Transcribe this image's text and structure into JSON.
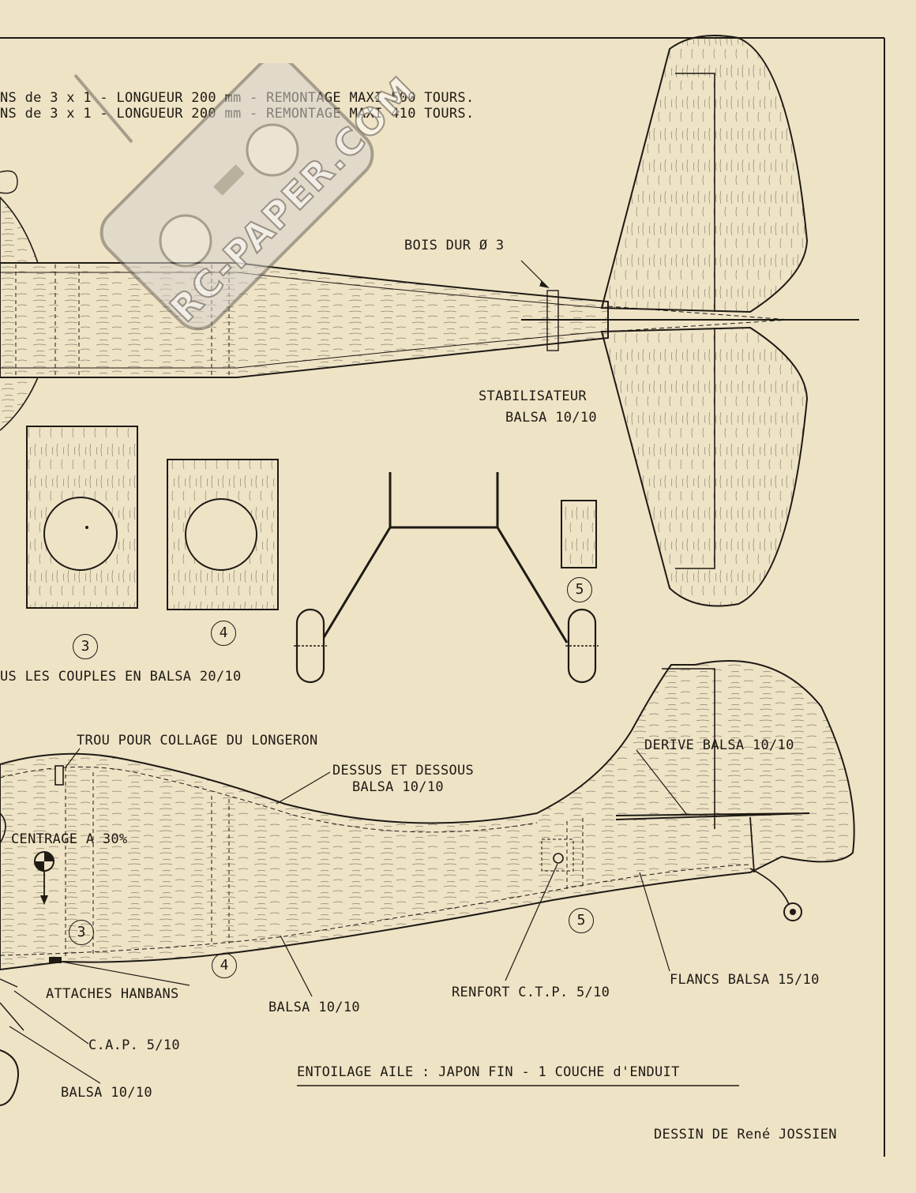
{
  "notes": {
    "line1": "NS de 3 x 1 - LONGUEUR 200 mm - REMONTAGE MAXI 500 TOURS.",
    "line2": "NS de 3 x 1 - LONGUEUR 200 mm - REMONTAGE MAXI 410 TOURS."
  },
  "labels": {
    "bois_dur": "BOIS DUR Ø 3",
    "stab_1": "STABILISATEUR",
    "stab_2": "BALSA 10/10",
    "couples": "US LES COUPLES EN BALSA 20/10",
    "trou": "TROU POUR COLLAGE DU LONGERON",
    "dessus_1": "DESSUS ET DESSOUS",
    "dessus_2": "BALSA 10/10",
    "derive": "DERIVE BALSA 10/10",
    "centrage": "CENTRAGE A 30%",
    "flancs": "FLANCS BALSA 15/10",
    "renfort": "RENFORT C.T.P. 5/10",
    "balsa_bottom": "BALSA 10/10",
    "attaches": "ATTACHES HANBANS",
    "cap": "C.A.P. 5/10",
    "balsa_left": "BALSA 10/10",
    "entoilage": "ENTOILAGE AILE : JAPON FIN - 1 COUCHE d'ENDUIT",
    "credit": "DESSIN DE René JOSSIEN"
  },
  "part_numbers": {
    "p3_top": "3",
    "p4_top": "4",
    "p5_top": "5",
    "p3_side": "3",
    "p4_side": "4",
    "p5_side": "5"
  },
  "watermark": {
    "text": "RC-PAPER.COM"
  },
  "colors": {
    "paper": "#efe3c6",
    "ink": "#1e1a14"
  }
}
